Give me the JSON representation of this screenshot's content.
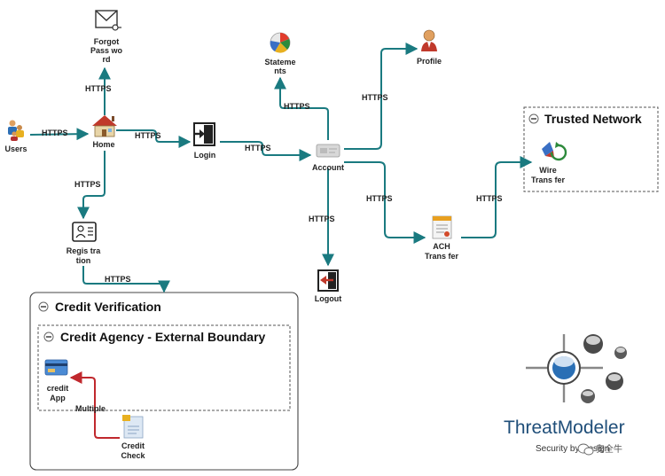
{
  "colors": {
    "flow": "#1a7a80",
    "cross_boundary_flow": "#c0282d",
    "boundary_stroke": "#555555",
    "logo_blue": "#1f4e79"
  },
  "nodes": {
    "users": "Users",
    "forgot": [
      "Forgot",
      "Pass wo",
      "rd"
    ],
    "home": "Home",
    "login": "Login",
    "statements": [
      "Stateme",
      "nts"
    ],
    "account": "Account",
    "profile": "Profile",
    "registration": [
      "Regis tra",
      "tion"
    ],
    "logout": "Logout",
    "ach": [
      "ACH",
      "Trans fer"
    ],
    "wire": [
      "Wire",
      "Trans fer"
    ],
    "credit_app": [
      "credit",
      "App"
    ],
    "credit_check": [
      "Credit",
      "Check"
    ]
  },
  "edges": {
    "users_home": "HTTPS",
    "home_forgot": "HTTPS",
    "home_login": "HTTPS",
    "home_registration": "HTTPS",
    "login_account": "HTTPS",
    "account_statements": "HTTPS",
    "account_profile": "HTTPS",
    "account_logout": "HTTPS",
    "account_ach": "HTTPS",
    "ach_wire": "HTTPS",
    "registration_credit": "HTTPS",
    "check_app": "Multiple"
  },
  "boundaries": {
    "trusted_network": "Trusted Network",
    "credit_verification": "Credit Verification",
    "credit_agency": "Credit Agency - External Boundary"
  },
  "logo": {
    "name": "ThreatModeler",
    "tagline": "Security by Design"
  },
  "watermark": "安全牛",
  "icons": {
    "collapse": "minus-circle-icon",
    "users": "users-icon",
    "forgot": "envelope-key-icon",
    "home": "house-icon",
    "login": "login-icon",
    "statements": "pie-chart-icon",
    "account": "account-card-icon",
    "profile": "person-icon",
    "registration": "id-card-icon",
    "logout": "logout-icon",
    "ach": "document-transfer-icon",
    "wire": "wire-transfer-icon",
    "credit_app": "credit-card-icon",
    "credit_check": "document-check-icon"
  }
}
